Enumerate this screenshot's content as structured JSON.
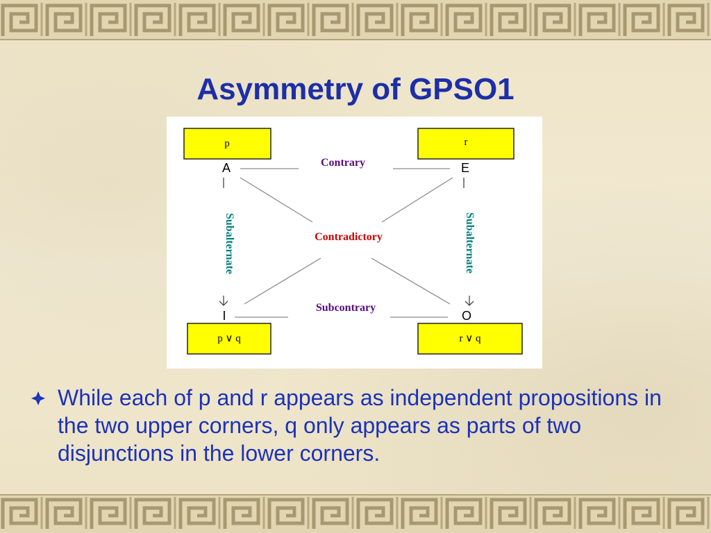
{
  "slide": {
    "title": "Asymmetry of GPSO1",
    "bullet_text": "While each of p and r appears as independent propositions in the two upper corners, q only appears as parts of two disjunctions in the lower corners."
  },
  "diagram": {
    "corners": {
      "A": {
        "letter": "A",
        "box_text": "p"
      },
      "E": {
        "letter": "E",
        "box_text": "r"
      },
      "I": {
        "letter": "I",
        "box_text": "p ∨ q"
      },
      "O": {
        "letter": "O",
        "box_text": "r ∨ q"
      }
    },
    "relations": {
      "contrary": "Contrary",
      "contradictory": "Contradictory",
      "subcontrary": "Subcontrary",
      "subalternate_left": "Subalternate",
      "subalternate_right": "Subalternate"
    }
  },
  "colors": {
    "title": "#1c2fa8",
    "bullet_text": "#1b32b8",
    "box_fill": "#ffff00",
    "contrary_label": "#5a0b7a",
    "contradictory_label": "#cc0000",
    "subalternate_label": "#008080",
    "connector": "#8a8a8a"
  }
}
